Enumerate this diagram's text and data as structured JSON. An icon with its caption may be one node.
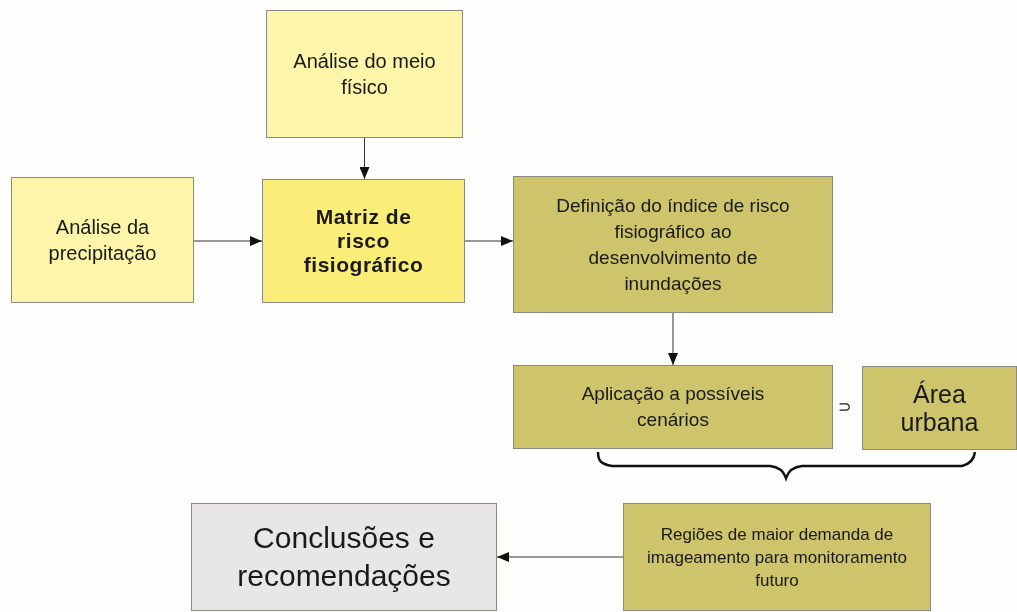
{
  "diagram": {
    "nodes": [
      {
        "text": [
          "Análise do meio físico"
        ]
      },
      {
        "text": [
          "Análise da precipitação"
        ]
      },
      {
        "text": [
          "Matriz de risco fisiográfico"
        ]
      },
      {
        "text": [
          "Definição do índice de risco fisiográfico ao desenvolvimento de inundações"
        ]
      },
      {
        "text": [
          "Aplicação a possíveis cenários"
        ]
      },
      {
        "text": [
          "Área urbana"
        ]
      },
      {
        "text": [
          "Regiões de maior demanda de imageamento para monitoramento futuro"
        ]
      },
      {
        "text": [
          "Conclusões e recomendações"
        ]
      }
    ],
    "edges": [
      {
        "from": 0,
        "to": 2,
        "arrow": "to"
      },
      {
        "from": 1,
        "to": 2,
        "arrow": "to"
      },
      {
        "from": 2,
        "to": 3,
        "arrow": "to"
      },
      {
        "from": 3,
        "to": 4,
        "arrow": "to"
      },
      {
        "from": 6,
        "to": 7,
        "arrow": "to"
      }
    ],
    "labels": [
      "⊃"
    ]
  }
}
